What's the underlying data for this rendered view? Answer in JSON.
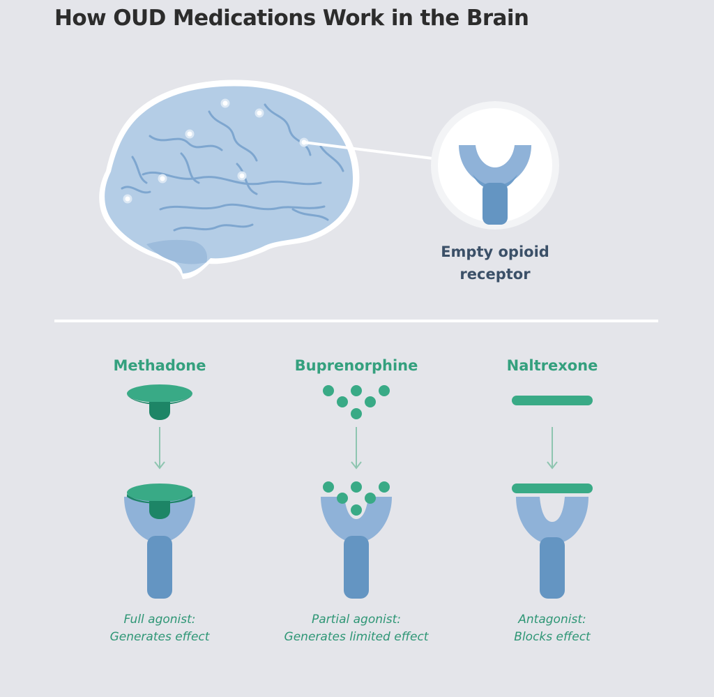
{
  "title": "How OUD Medications Work in the Brain",
  "receptor": {
    "label_line1": "Empty opioid",
    "label_line2": "receptor"
  },
  "medications": [
    {
      "name": "Methadone",
      "desc_line1": "Full agonist:",
      "desc_line2": "Generates effect"
    },
    {
      "name": "Buprenorphine",
      "desc_line1": "Partial agonist:",
      "desc_line2": "Generates limited effect"
    },
    {
      "name": "Naltrexone",
      "desc_line1": "Antagonist:",
      "desc_line2": "Blocks effect"
    }
  ],
  "colors": {
    "background": "#e4e5ea",
    "title": "#2c2c2c",
    "brain": "#b4cde6",
    "brain_folds": "#7ea6cf",
    "receptor_light": "#8fb2d8",
    "receptor_dark": "#6495c2",
    "drug_light": "#39aa86",
    "drug_dark": "#1d8566",
    "label_green": "#34a07e",
    "label_navy": "#3b5068"
  }
}
